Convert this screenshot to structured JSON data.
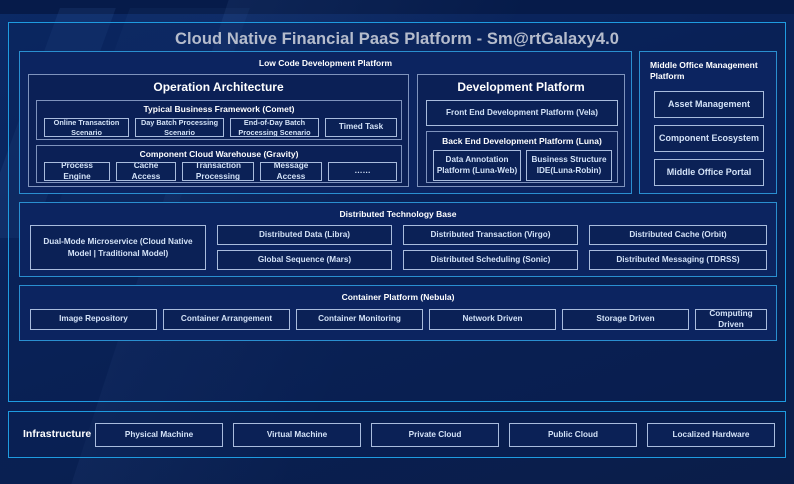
{
  "page": {
    "title": "Cloud Native Financial PaaS Platform - Sm@rtGalaxy4.0",
    "accent_color": "#1e9be0",
    "panel_bg": "#0c2460",
    "background_color": "#0a2258",
    "text_color": "#d3e2f7"
  },
  "low_code": {
    "title": "Low Code Development Platform",
    "operation_architecture": {
      "title": "Operation Architecture",
      "business_framework": {
        "title": "Typical Business Framework (Comet)",
        "items": [
          "Online Transaction Scenario",
          "Day Batch Processing Scenario",
          "End-of-Day Batch Processing Scenario",
          "Timed Task"
        ]
      },
      "cloud_warehouse": {
        "title": "Component Cloud Warehouse (Gravity)",
        "items": [
          "Process Engine",
          "Cache Access",
          "Transaction Processing",
          "Message Access",
          "……"
        ]
      }
    },
    "development_platform": {
      "title": "Development Platform",
      "front_end": "Front End Development Platform (Vela)",
      "back_end": {
        "title": "Back End Development Platform (Luna)",
        "items": [
          "Data Annotation Platform (Luna-Web)",
          "Business Structure IDE(Luna-Robin)"
        ]
      }
    }
  },
  "middle_office": {
    "title": "Middle Office Management Platform",
    "items": [
      "Asset Management",
      "Component Ecosystem",
      "Middle Office Portal"
    ]
  },
  "distributed_base": {
    "title": "Distributed Technology Base",
    "highlight": "Dual-Mode Microservice (Cloud Native Model | Traditional Model)",
    "row1": [
      "Distributed Data (Libra)",
      "Distributed Transaction (Virgo)",
      "Distributed Cache (Orbit)"
    ],
    "row2": [
      "Global Sequence (Mars)",
      "Distributed Scheduling (Sonic)",
      "Distributed Messaging (TDRSS)"
    ]
  },
  "container_platform": {
    "title": "Container Platform (Nebula)",
    "items": [
      "Image Repository",
      "Container Arrangement",
      "Container Monitoring",
      "Network Driven",
      "Storage Driven",
      "Computing Driven"
    ]
  },
  "infrastructure": {
    "label": "Infrastructure",
    "items": [
      "Physical Machine",
      "Virtual Machine",
      "Private Cloud",
      "Public Cloud",
      "Localized Hardware"
    ]
  }
}
